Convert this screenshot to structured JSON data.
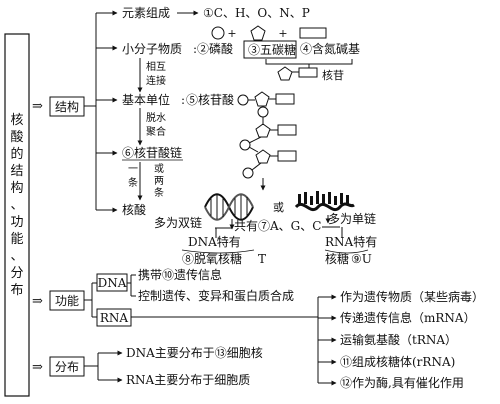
{
  "root": {
    "chars": [
      "核",
      "酸",
      "的",
      "结",
      "构",
      "、",
      "功",
      "能",
      "、",
      "分",
      "布"
    ]
  },
  "arrow_symbol": "⇒",
  "structure": {
    "label": "结构",
    "elements_label": "元素组成",
    "elements_value": "①C、H、O、N、P",
    "small_molecules_label": "小分子物质",
    "small_molecules_items": [
      "②磷酸",
      "③五碳糖",
      "④含氮碱基"
    ],
    "plus": "+",
    "colon": ":",
    "link_label_1": "相互",
    "link_label_2": "连接",
    "nucleoside_label": "核苷",
    "basic_unit_label": "基本单位",
    "basic_unit_value": "⑤核苷酸",
    "dehydration_label_1": "脱水",
    "dehydration_label_2": "聚合",
    "chain_label": "⑥核苷酸链",
    "one_strand_1": "一",
    "one_strand_2": "条",
    "or_label": "或",
    "two_strand_1": "两",
    "two_strand_2": "条",
    "nucleic_acid_label": "核酸",
    "or_small": "或",
    "dna_double": "多为双链",
    "shared_text": "共有⑦A、G、C",
    "rna_single": "多为单链",
    "dna_specific": "DNA特有",
    "dna_sugar": "⑧脱氧核糖",
    "dna_base": "T",
    "rna_specific": "RNA特有",
    "rna_sugar": "核糖",
    "rna_base": "⑨U"
  },
  "function": {
    "label": "功能",
    "dna_box": "DNA",
    "dna_item_1": "携带⑩遗传信息",
    "dna_item_2": "控制遗传、变异和蛋白质合成",
    "rna_box": "RNA",
    "rna_items": [
      "作为遗传物质（某些病毒）",
      "传递遗传信息（mRNA）",
      "运输氨基酸（tRNA）",
      "⑪组成核糖体(rRNA)",
      "⑫作为酶,具有催化作用"
    ]
  },
  "distribution": {
    "label": "分布",
    "item_1": "DNA主要分布于⑬细胞核",
    "item_2": "RNA主要分布于细胞质"
  }
}
